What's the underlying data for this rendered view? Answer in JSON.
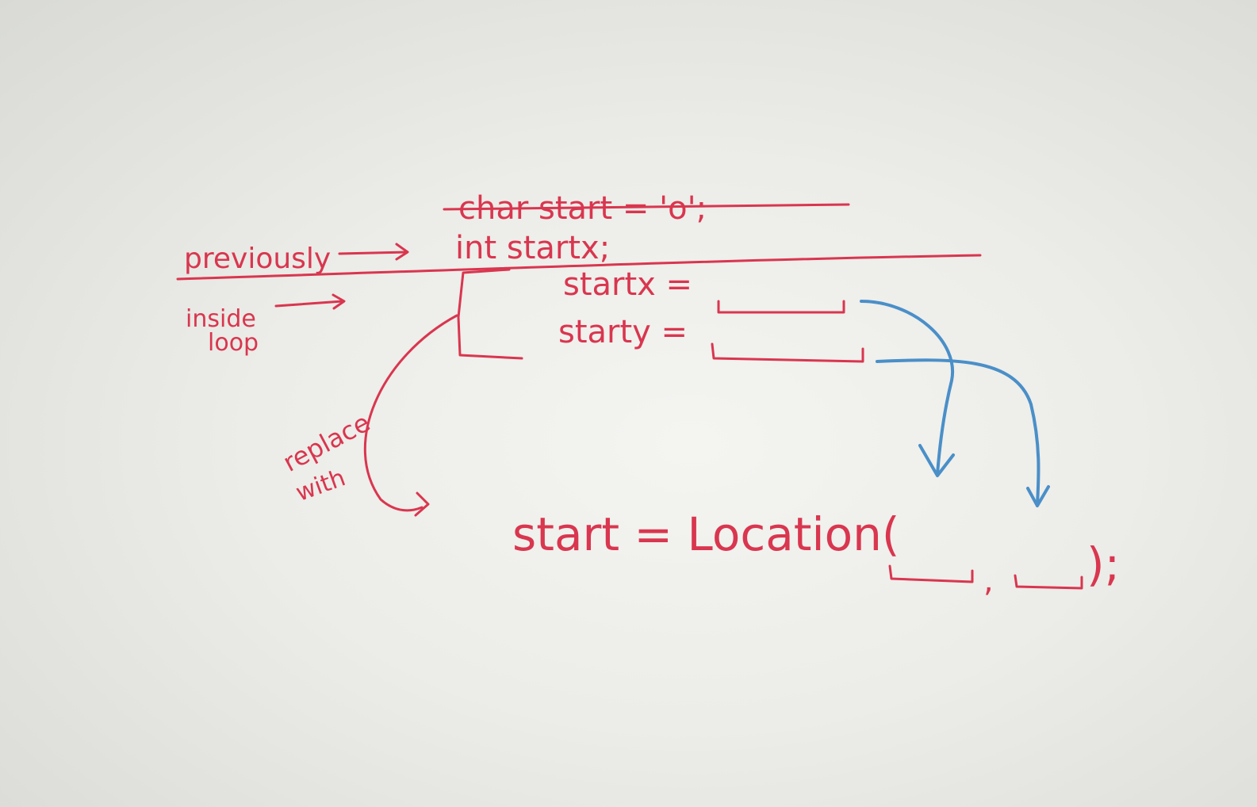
{
  "whiteboard": {
    "code_old_struck": "char start = 'o';",
    "code_declaration": "int startx;",
    "label_previously": "previously",
    "label_inside_loop_line1": "inside",
    "label_inside_loop_line2": "loop",
    "assign_x": "startx =",
    "assign_y": "starty =",
    "label_replace_line1": "replace",
    "label_replace_line2": "with",
    "replacement_code": "start = Location(",
    "replacement_end": ");",
    "replacement_comma": ","
  },
  "colors": {
    "marker_red": "#d9364f",
    "marker_blue": "#4a8fc8",
    "board": "#ecece8"
  }
}
